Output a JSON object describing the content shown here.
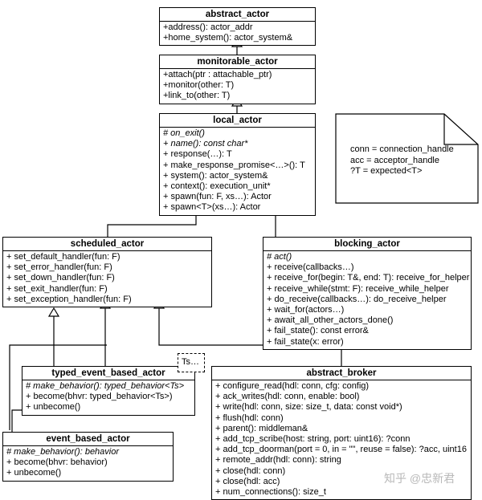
{
  "classes": {
    "abstract_actor": {
      "name": "abstract_actor",
      "members": [
        "+address(): actor_addr",
        "+home_system(): actor_system&"
      ]
    },
    "monitorable_actor": {
      "name": "monitorable_actor",
      "members": [
        "+attach(ptr : attachable_ptr)",
        "+monitor(other: T)",
        "+link_to(other: T)"
      ]
    },
    "local_actor": {
      "name": "local_actor",
      "members": [
        "# on_exit()",
        "+ name(): const char*",
        "+ response(…): T",
        "+ make_response_promise<…>(): T",
        "+ system(): actor_system&",
        "+ context(): execution_unit*",
        "+ spawn(fun: F, xs…): Actor",
        "+ spawn<T>(xs…): Actor"
      ]
    },
    "scheduled_actor": {
      "name": "scheduled_actor",
      "members": [
        "+ set_default_handler(fun: F)",
        "+ set_error_handler(fun: F)",
        "+ set_down_handler(fun: F)",
        "+ set_exit_handler(fun: F)",
        "+ set_exception_handler(fun: F)"
      ]
    },
    "blocking_actor": {
      "name": "blocking_actor",
      "members": [
        "# act()",
        "+ receive(callbacks…)",
        "+ receive_for(begin: T&, end: T): receive_for_helper",
        "+ receive_while(stmt: F): receive_while_helper",
        "+ do_receive(callbacks…): do_receive_helper",
        "+ wait_for(actors…)",
        "+ await_all_other_actors_done()",
        "+ fail_state(): const error&",
        "+ fail_state(x: error)"
      ]
    },
    "typed_event_based_actor": {
      "name": "typed_event_based_actor",
      "members": [
        "# make_behavior(): typed_behavior<Ts>",
        "+ become(bhvr: typed_behavior<Ts>)",
        "+ unbecome()"
      ]
    },
    "abstract_broker": {
      "name": "abstract_broker",
      "members": [
        "+ configure_read(hdl: conn, cfg: config)",
        "+ ack_writes(hdl: conn, enable: bool)",
        "+ write(hdl: conn, size: size_t, data: const void*)",
        "+ flush(hdl: conn)",
        "+ parent(): middleman&",
        "+ add_tcp_scribe(host: string, port: uint16): ?conn",
        "+ add_tcp_doorman(port = 0, in = \"\", reuse = false): ?acc, uint16",
        "+ remote_addr(hdl: conn): string",
        "+ close(hdl: conn)",
        "+ close(hdl: acc)",
        "+ num_connections(): size_t"
      ]
    },
    "event_based_actor": {
      "name": "event_based_actor",
      "members": [
        "# make_behavior(): behavior",
        "+ become(bhvr: behavior)",
        "+ unbecome()"
      ]
    }
  },
  "note": {
    "lines": [
      "conn = connection_handle",
      "acc = acceptor_handle",
      "?T = expected<T>"
    ]
  },
  "template_param": "Ts…",
  "watermark": "知乎 @忠新君"
}
